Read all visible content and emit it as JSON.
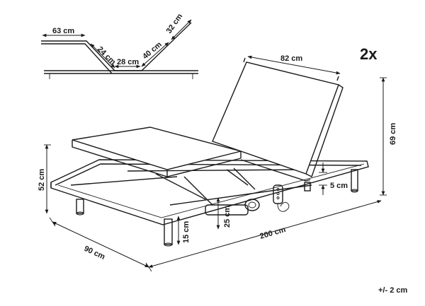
{
  "multiplier": "2x",
  "tolerance": "+/- 2 cm",
  "profile": {
    "seg_63": "63 cm",
    "seg_24": "24 cm",
    "seg_28": "28 cm",
    "seg_40": "40 cm",
    "seg_32": "32 cm"
  },
  "dimensions": {
    "width_top": "82 cm",
    "height_total": "69 cm",
    "height_frame": "52 cm",
    "depth": "90 cm",
    "length": "200 cm",
    "leg_height": "15 cm",
    "platform_height": "25 cm",
    "gap": "5 cm"
  }
}
